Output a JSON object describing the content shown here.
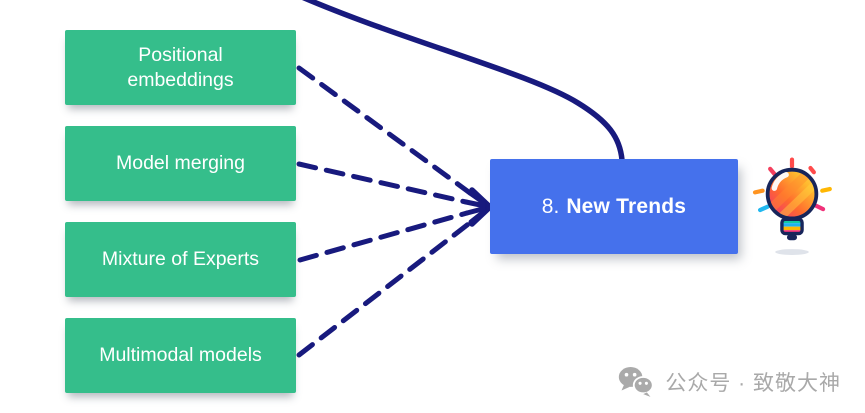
{
  "nodes": {
    "center": {
      "number": "8.",
      "label": "New Trends"
    },
    "branches": [
      {
        "label": "Positional embeddings"
      },
      {
        "label": "Model merging"
      },
      {
        "label": "Mixture of Experts"
      },
      {
        "label": "Multimodal models"
      }
    ]
  },
  "colors": {
    "branch_bg": "#35be8b",
    "center_bg": "#4571ec",
    "connector_navy": "#181a7e",
    "node_text": "#ffffff",
    "watermark_gray": "#a9a9a9"
  },
  "icons": {
    "lightbulb": "lightbulb-icon",
    "wechat": "wechat-icon"
  },
  "watermark": {
    "text": "公众号 · 致敬大神"
  }
}
